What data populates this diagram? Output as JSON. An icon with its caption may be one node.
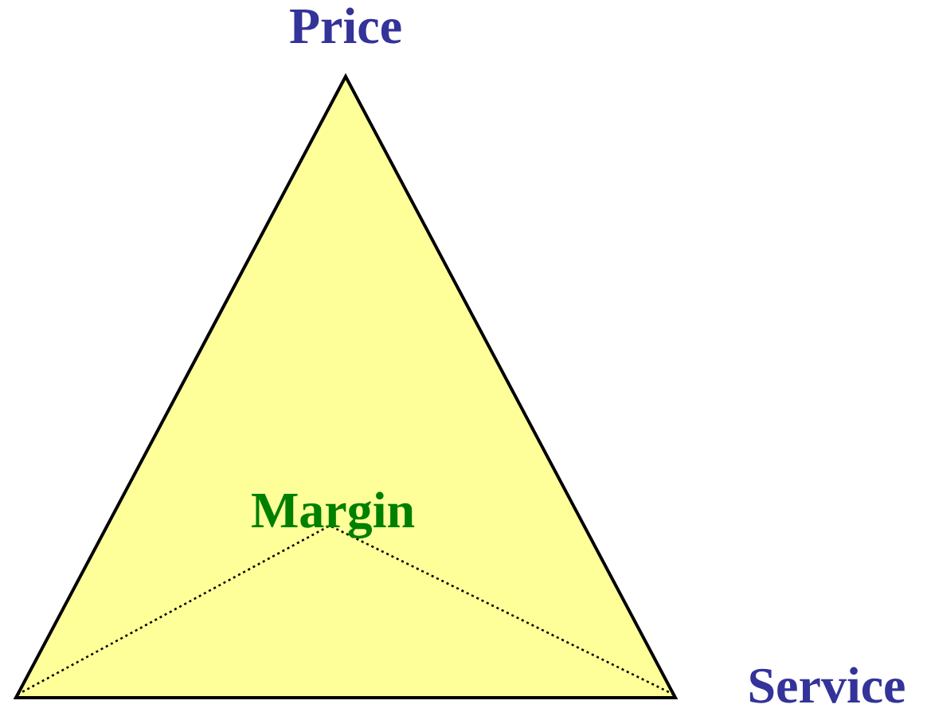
{
  "diagram": {
    "nodes": [
      {
        "text": [],
        "shape": "triangle"
      },
      {
        "text": [
          "Margin"
        ],
        "in": 0
      }
    ],
    "labels": [
      "Price",
      "Service"
    ]
  }
}
